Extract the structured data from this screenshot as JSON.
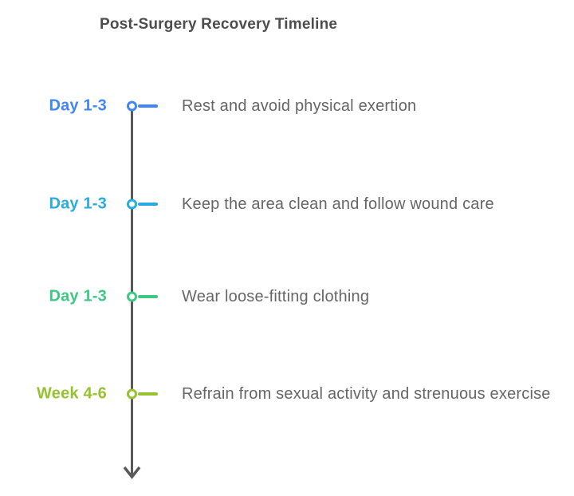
{
  "title": "Post-Surgery Recovery Timeline",
  "colors": {
    "axis": "#595959",
    "title_text": "#4d4d4d",
    "body_text": "#666666"
  },
  "timeline": {
    "items": [
      {
        "label": "Day 1-3",
        "text": "Rest and avoid physical exertion",
        "color": "#4285f4"
      },
      {
        "label": "Day 1-3",
        "text": "Keep the area clean and follow wound care",
        "color": "#29abe2"
      },
      {
        "label": "Day 1-3",
        "text": "Wear loose-fitting clothing",
        "color": "#3dc983"
      },
      {
        "label": "Week 4-6",
        "text": "Refrain from sexual activity and strenuous exercise",
        "color": "#97c22f"
      }
    ]
  }
}
